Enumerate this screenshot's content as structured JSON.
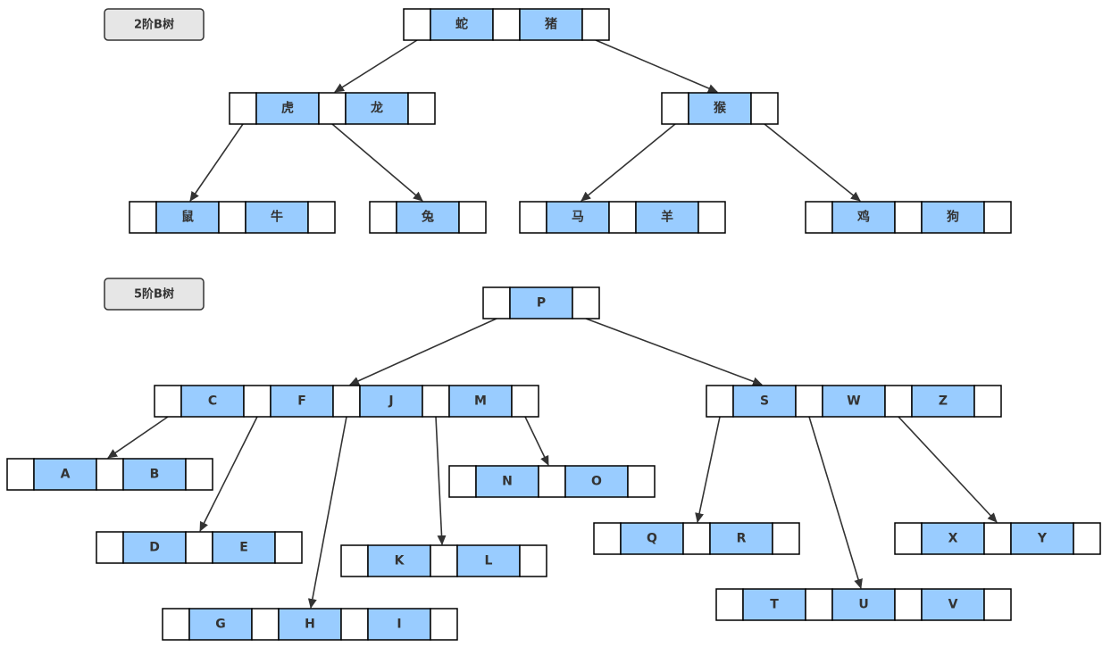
{
  "colors": {
    "key_fill": "#99ccff",
    "pointer_fill": "#ffffff",
    "label_fill": "#e6e6e6",
    "line": "#333333"
  },
  "trees": [
    {
      "label": "2阶B树",
      "nodes": [
        {
          "id": "t2-root",
          "keys": [
            "蛇",
            "猪"
          ]
        },
        {
          "id": "t2-hulong",
          "keys": [
            "虎",
            "龙"
          ]
        },
        {
          "id": "t2-hou",
          "keys": [
            "猴"
          ]
        },
        {
          "id": "t2-shuniu",
          "keys": [
            "鼠",
            "牛"
          ]
        },
        {
          "id": "t2-tu",
          "keys": [
            "兔"
          ]
        },
        {
          "id": "t2-mayang",
          "keys": [
            "马",
            "羊"
          ]
        },
        {
          "id": "t2-jigou",
          "keys": [
            "鸡",
            "狗"
          ]
        }
      ],
      "edges": [
        [
          "t2-root",
          0,
          "t2-hulong"
        ],
        [
          "t2-root",
          2,
          "t2-hou"
        ],
        [
          "t2-hulong",
          0,
          "t2-shuniu"
        ],
        [
          "t2-hulong",
          1,
          "t2-tu"
        ],
        [
          "t2-hou",
          0,
          "t2-mayang"
        ],
        [
          "t2-hou",
          1,
          "t2-jigou"
        ]
      ]
    },
    {
      "label": "5阶B树",
      "nodes": [
        {
          "id": "t5-p",
          "keys": [
            "P"
          ]
        },
        {
          "id": "t5-cfjm",
          "keys": [
            "C",
            "F",
            "J",
            "M"
          ]
        },
        {
          "id": "t5-swz",
          "keys": [
            "S",
            "W",
            "Z"
          ]
        },
        {
          "id": "t5-ab",
          "keys": [
            "A",
            "B"
          ]
        },
        {
          "id": "t5-de",
          "keys": [
            "D",
            "E"
          ]
        },
        {
          "id": "t5-ghi",
          "keys": [
            "G",
            "H",
            "I"
          ]
        },
        {
          "id": "t5-kl",
          "keys": [
            "K",
            "L"
          ]
        },
        {
          "id": "t5-no",
          "keys": [
            "N",
            "O"
          ]
        },
        {
          "id": "t5-qr",
          "keys": [
            "Q",
            "R"
          ]
        },
        {
          "id": "t5-tuv",
          "keys": [
            "T",
            "U",
            "V"
          ]
        },
        {
          "id": "t5-xy",
          "keys": [
            "X",
            "Y"
          ]
        }
      ],
      "edges": [
        [
          "t5-p",
          0,
          "t5-cfjm"
        ],
        [
          "t5-p",
          1,
          "t5-swz"
        ],
        [
          "t5-cfjm",
          0,
          "t5-ab"
        ],
        [
          "t5-cfjm",
          1,
          "t5-de"
        ],
        [
          "t5-cfjm",
          2,
          "t5-ghi"
        ],
        [
          "t5-cfjm",
          3,
          "t5-kl"
        ],
        [
          "t5-cfjm",
          4,
          "t5-no"
        ],
        [
          "t5-swz",
          0,
          "t5-qr"
        ],
        [
          "t5-swz",
          1,
          "t5-tuv"
        ],
        [
          "t5-swz",
          2,
          "t5-xy"
        ]
      ]
    }
  ]
}
